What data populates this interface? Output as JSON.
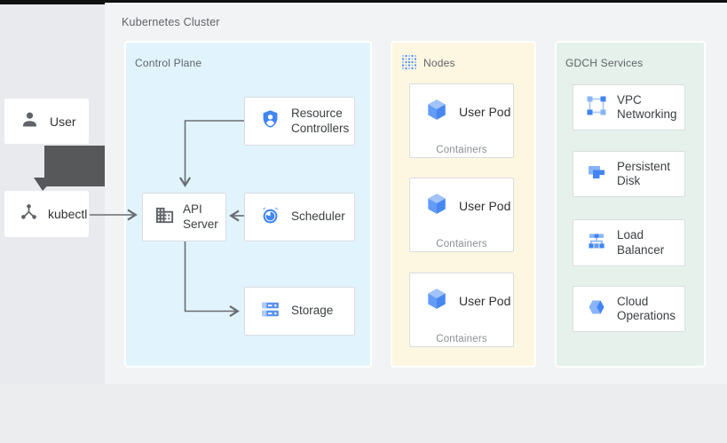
{
  "diagram": {
    "title": "Kubernetes Cluster",
    "external": {
      "user": "User",
      "kubectl": "kubectl"
    },
    "control_plane": {
      "label": "Control Plane",
      "resource_controllers": "Resource Controllers",
      "api_server": "API Server",
      "scheduler": "Scheduler",
      "storage": "Storage"
    },
    "nodes": {
      "label": "Nodes",
      "pods": [
        {
          "title": "User Pod",
          "sub": "Containers"
        },
        {
          "title": "User Pod",
          "sub": "Containers"
        },
        {
          "title": "User Pod",
          "sub": "Containers"
        }
      ]
    },
    "gdch": {
      "label": "GDCH Services",
      "services": [
        "VPC Networking",
        "Persistent Disk",
        "Load Balancer",
        "Cloud Operations"
      ]
    }
  },
  "colors": {
    "panel_blue": "#e1f4fd",
    "panel_yellow": "#fdf7e2",
    "panel_green": "#e6f1eb",
    "icon_blue": "#4285f4",
    "icon_blue_light": "#8ab4f8",
    "arrow_gray": "#6a6d70",
    "block_arrow_gray": "#57585a",
    "card_border": "#d9dce0"
  }
}
